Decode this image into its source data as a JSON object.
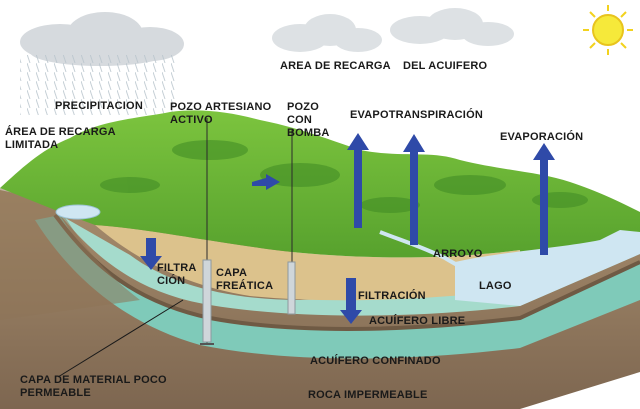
{
  "labels": {
    "area_recarga": "AREA DE RECARGA",
    "del_acuifero": "DEL ACUIFERO",
    "precipitacion": "PRECIPITACION",
    "area_recarga_limitada": "ÁREA DE RECARGA\nLIMITADA",
    "pozo_artesiano": "POZO ARTESIANO\nACTIVO",
    "pozo_bomba": "POZO\nCON\nBOMBA",
    "evapotranspiracion": "EVAPOTRANSPIRACIÓN",
    "evaporacion": "EVAPORACIÓN",
    "arroyo": "ARROYO",
    "lago": "LAGO",
    "filtracion_left": "FILTRA\nCIÓN",
    "capa_freatica": "CAPA\nFREÁTICA",
    "filtracion_right": "FILTRACIÓN",
    "acuifero_libre": "ACUÍFERO LIBRE",
    "acuifero_confinado": "ACUÍFERO CONFINADO",
    "capa_material": "CAPA DE MATERIAL POCO\nPERMEABLE",
    "roca": "ROCA IMPERMEABLE"
  },
  "colors": {
    "sky": "#ffffff",
    "cloud": "#d9dde0",
    "sun": "#f6e93a",
    "hills": "#6fb838",
    "hills_dark": "#3f8a24",
    "soil": "#d8b87a",
    "aquifer_free": "#9fd6c9",
    "aquifer_confined": "#7fcab9",
    "rock": "#9c8466",
    "lake": "#cfe6f2",
    "arrow": "#2f4aa8"
  }
}
